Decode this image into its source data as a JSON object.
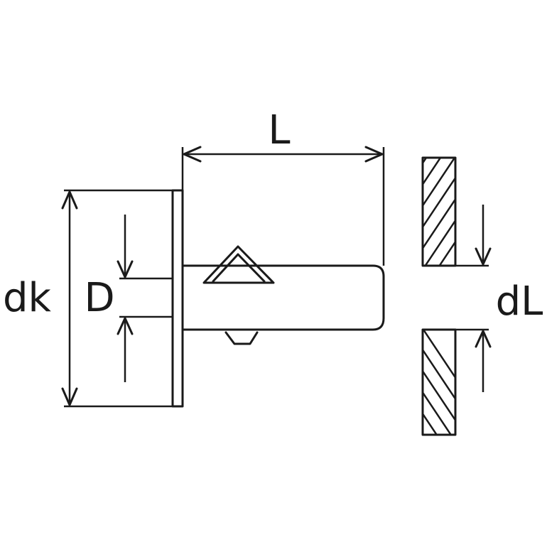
{
  "labels": {
    "length": "L",
    "head_diameter": "dk",
    "body_diameter": "D",
    "hole_diameter": "dL"
  },
  "colors": {
    "line": "#1a1a1a",
    "background": "#ffffff"
  }
}
